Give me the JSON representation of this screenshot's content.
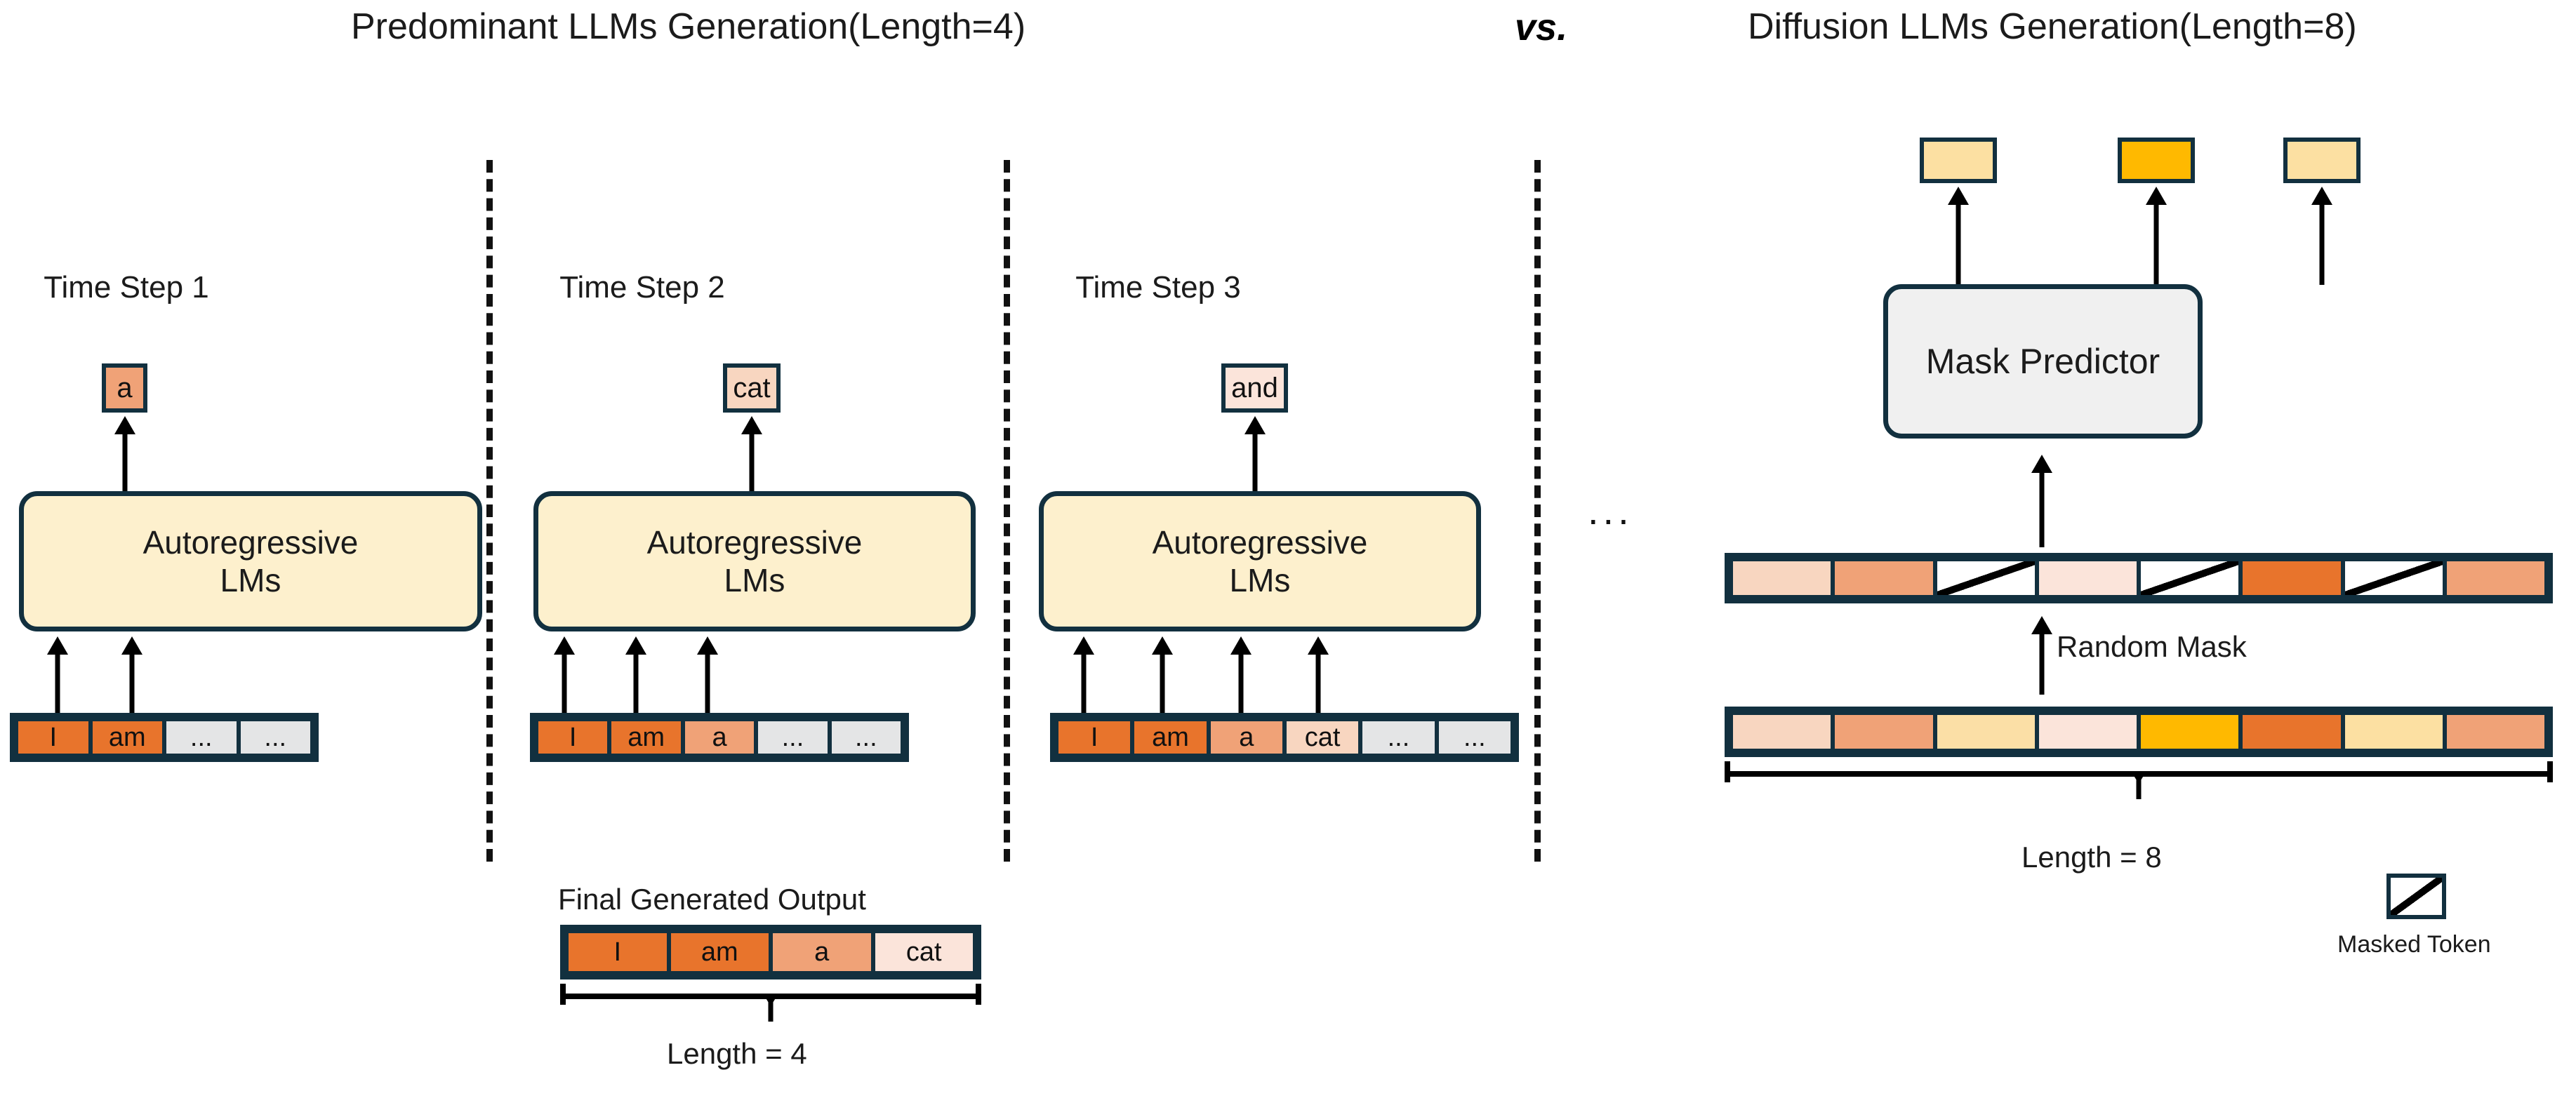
{
  "headers": {
    "left_title": "Predominant LLMs Generation(Length=4)",
    "vs": "vs.",
    "right_title": "Diffusion LLMs Generation(Length=8)"
  },
  "palette": {
    "outline": "#12303f",
    "ar_box_fill": "#fdf0cd",
    "mask_predictor_fill": "#f0f0f0",
    "token_dark_orange": "#e8742c",
    "token_salmon": "#f0a277",
    "token_light_peach": "#f8d6c0",
    "token_pale_peach": "#fbe4da",
    "token_gold": "#ffb900",
    "token_light_yellow": "#fce0a2",
    "token_pale_yellow": "#fbdfa6",
    "token_grey": "#e4e5e6",
    "arrow": "#000000"
  },
  "autoregressive": {
    "model_label": "Autoregressive\nLMs",
    "model_label_line1": "Autoregressive",
    "model_label_line2": "LMs",
    "steps": [
      {
        "label": "Time Step 1",
        "predicted_token": {
          "text": "a",
          "color": "#f0a277"
        },
        "input_tokens": [
          {
            "text": "I",
            "color": "#e8742c",
            "attended": true
          },
          {
            "text": "am",
            "color": "#e8742c",
            "attended": true
          },
          {
            "text": "...",
            "color": "#e4e5e6",
            "attended": false
          },
          {
            "text": "...",
            "color": "#e4e5e6",
            "attended": false
          }
        ]
      },
      {
        "label": "Time Step 2",
        "predicted_token": {
          "text": "cat",
          "color": "#f8d6c0"
        },
        "input_tokens": [
          {
            "text": "I",
            "color": "#e8742c",
            "attended": true
          },
          {
            "text": "am",
            "color": "#e8742c",
            "attended": true
          },
          {
            "text": "a",
            "color": "#f0a277",
            "attended": true
          },
          {
            "text": "...",
            "color": "#e4e5e6",
            "attended": false
          },
          {
            "text": "...",
            "color": "#e4e5e6",
            "attended": false
          }
        ]
      },
      {
        "label": "Time Step 3",
        "predicted_token": {
          "text": "and",
          "color": "#fbe4da"
        },
        "input_tokens": [
          {
            "text": "I",
            "color": "#e8742c",
            "attended": true
          },
          {
            "text": "am",
            "color": "#e8742c",
            "attended": true
          },
          {
            "text": "a",
            "color": "#f0a277",
            "attended": true
          },
          {
            "text": "cat",
            "color": "#f8d6c0",
            "attended": true
          },
          {
            "text": "...",
            "color": "#e4e5e6",
            "attended": false
          },
          {
            "text": "...",
            "color": "#e4e5e6",
            "attended": false
          }
        ]
      }
    ],
    "continuation_ellipsis": "...",
    "final_output": {
      "caption": "Final Generated Output",
      "tokens": [
        {
          "text": "I",
          "color": "#e8742c"
        },
        {
          "text": "am",
          "color": "#e8742c"
        },
        {
          "text": "a",
          "color": "#f0a277"
        },
        {
          "text": "cat",
          "color": "#f8d6c0"
        }
      ],
      "length_label": "Length = 4"
    }
  },
  "diffusion": {
    "mask_predictor_label": "Mask Predictor",
    "output_tokens": [
      {
        "color": "#fce0a2"
      },
      {
        "color": "#ffb900"
      },
      {
        "color": "#fce0a2"
      }
    ],
    "masked_sequence": [
      {
        "color": "#f8d6c0",
        "masked": false
      },
      {
        "color": "#f0a277",
        "masked": false
      },
      {
        "color": "#ffffff",
        "masked": true
      },
      {
        "color": "#fbe4da",
        "masked": false
      },
      {
        "color": "#ffffff",
        "masked": true
      },
      {
        "color": "#e8742c",
        "masked": false
      },
      {
        "color": "#ffffff",
        "masked": true
      },
      {
        "color": "#f0a277",
        "masked": false
      }
    ],
    "random_mask_label": "Random Mask",
    "full_sequence": [
      {
        "color": "#f8d6c0"
      },
      {
        "color": "#f0a277"
      },
      {
        "color": "#fbdfa6"
      },
      {
        "color": "#fbe4da"
      },
      {
        "color": "#ffb900"
      },
      {
        "color": "#e8742c"
      },
      {
        "color": "#fce0a2"
      },
      {
        "color": "#f0a277"
      }
    ],
    "length_label": "Length = 8",
    "legend": {
      "mask_label": "Masked Token"
    }
  }
}
